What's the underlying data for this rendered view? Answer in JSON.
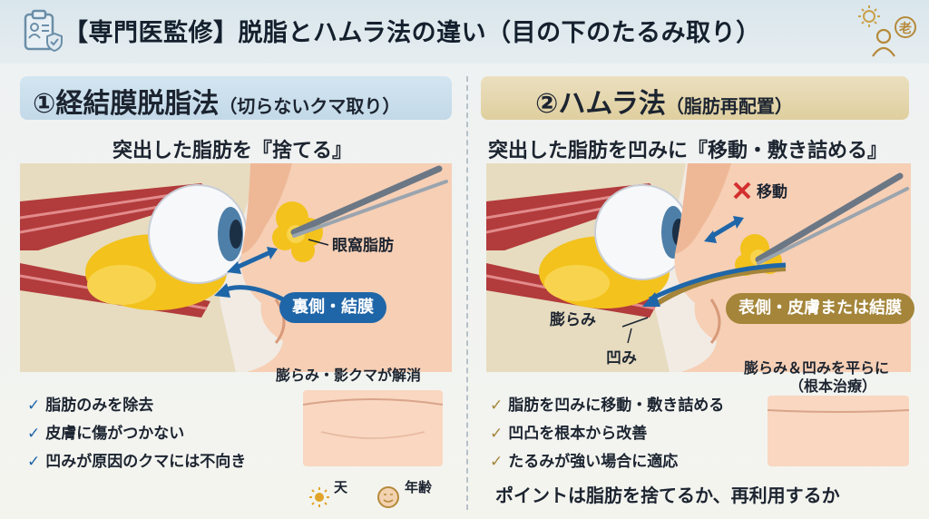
{
  "header": {
    "title": "【専門医監修】脱脂とハムラ法の違い（目の下のたるみ取り）"
  },
  "left": {
    "heading_main": "①経結膜脱脂法",
    "heading_sub": "（切らないクマ取り）",
    "caption": "突出した脂肪を『捨てる』",
    "labels": {
      "fat": "眼窩脂肪",
      "route": "裏側・結膜"
    },
    "result_label": "膨らみ・影クマが解消",
    "checks": [
      "脂肪のみを除去",
      "皮膚に傷がつかない",
      "凹みが原因のクマには不向き"
    ]
  },
  "right": {
    "heading_main": "②ハムラ法",
    "heading_sub": "（脂肪再配置）",
    "caption": "突出した脂肪を凹みに『移動・敷き詰める』",
    "labels": {
      "move": "移動",
      "route": "表側・皮膚または結膜",
      "bulge": "膨らみ",
      "hollow": "凹み"
    },
    "result_label_1": "膨らみ＆凹みを平らに",
    "result_label_2": "（根本治療）",
    "checks": [
      "脂肪を凹みに移動・敷き詰める",
      "凹凸を根本から改善",
      "たるみが強い場合に適応"
    ]
  },
  "legend": {
    "sun": "天",
    "age": "年齢"
  },
  "footer": {
    "point": "ポイントは脂肪を捨てるか、再利用するか"
  },
  "colors": {
    "blue_accent": "#1f66a8",
    "gold_accent": "#a4853a",
    "fat_yellow": "#f3c21c",
    "muscle_red": "#b23b3b",
    "skin": "#f6cfb5"
  },
  "icons": {
    "check": "✓",
    "cross": "✕"
  }
}
